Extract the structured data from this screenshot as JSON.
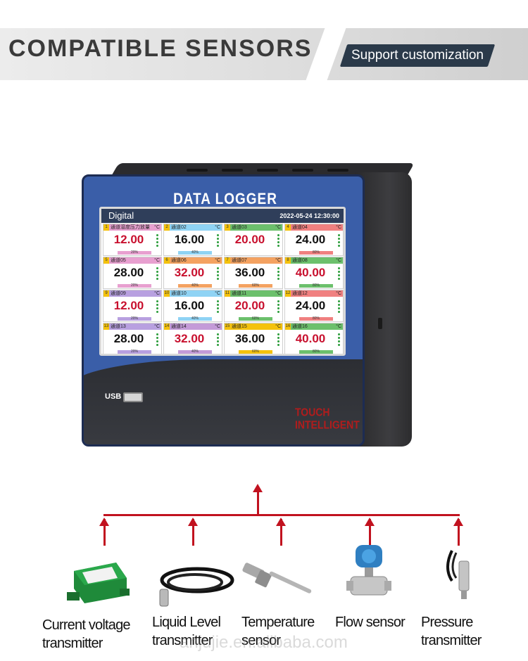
{
  "header": {
    "title": "COMPATIBLE SENSORS",
    "tag": "Support customization"
  },
  "device": {
    "title": "DATA LOGGER",
    "usb_label": "USB",
    "brand_line1": "TOUCH",
    "brand_line2": "INTELLIGENT",
    "screen": {
      "title": "Digital",
      "datetime": "2022-05-24 12:30:00",
      "channels": [
        {
          "num": "1",
          "name": "通道湿度压力放量",
          "unit": "°C",
          "value": "12.00",
          "pct": "20%",
          "color": "#c8102e",
          "bar": "#e8a0d0"
        },
        {
          "num": "2",
          "name": "通道02",
          "unit": "°C",
          "value": "16.00",
          "pct": "40%",
          "color": "#111111",
          "bar": "#8fd3f4"
        },
        {
          "num": "3",
          "name": "通道03",
          "unit": "°C",
          "value": "20.00",
          "pct": "",
          "color": "#c8102e",
          "bar": "#6cc06c"
        },
        {
          "num": "4",
          "name": "通道04",
          "unit": "°C",
          "value": "24.00",
          "pct": "80%",
          "color": "#111111",
          "bar": "#f08080"
        },
        {
          "num": "5",
          "name": "通道05",
          "unit": "°C",
          "value": "28.00",
          "pct": "20%",
          "color": "#111111",
          "bar": "#e8a0d0"
        },
        {
          "num": "6",
          "name": "通道06",
          "unit": "°C",
          "value": "32.00",
          "pct": "40%",
          "color": "#c8102e",
          "bar": "#f4a261"
        },
        {
          "num": "7",
          "name": "通道07",
          "unit": "°C",
          "value": "36.00",
          "pct": "60%",
          "color": "#111111",
          "bar": "#f4a261"
        },
        {
          "num": "8",
          "name": "通道08",
          "unit": "°C",
          "value": "40.00",
          "pct": "80%",
          "color": "#c8102e",
          "bar": "#6cc06c"
        },
        {
          "num": "9",
          "name": "通道09",
          "unit": "°C",
          "value": "12.00",
          "pct": "20%",
          "color": "#c8102e",
          "bar": "#b8a0e0"
        },
        {
          "num": "10",
          "name": "通道10",
          "unit": "°C",
          "value": "16.00",
          "pct": "40%",
          "color": "#111111",
          "bar": "#8fd3f4"
        },
        {
          "num": "11",
          "name": "通道11",
          "unit": "°C",
          "value": "20.00",
          "pct": "60%",
          "color": "#c8102e",
          "bar": "#6cc06c"
        },
        {
          "num": "12",
          "name": "通道12",
          "unit": "°C",
          "value": "24.00",
          "pct": "80%",
          "color": "#111111",
          "bar": "#f08080"
        },
        {
          "num": "13",
          "name": "通道13",
          "unit": "°C",
          "value": "28.00",
          "pct": "20%",
          "color": "#111111",
          "bar": "#b8a0e0"
        },
        {
          "num": "14",
          "name": "通道14",
          "unit": "°C",
          "value": "32.00",
          "pct": "40%",
          "color": "#c8102e",
          "bar": "#c49bd8"
        },
        {
          "num": "15",
          "name": "通道15",
          "unit": "°C",
          "value": "36.00",
          "pct": "60%",
          "color": "#111111",
          "bar": "#f4c20d"
        },
        {
          "num": "16",
          "name": "通道16",
          "unit": "°C",
          "value": "40.00",
          "pct": "80%",
          "color": "#c8102e",
          "bar": "#6cc06c"
        }
      ]
    }
  },
  "sensors": [
    {
      "line1": "Current voltage",
      "line2": "transmitter"
    },
    {
      "line1": "Liquid Level",
      "line2": "transmitter"
    },
    {
      "line1": "Temperature",
      "line2": "sensor"
    },
    {
      "line1": "Flow sensor",
      "line2": ""
    },
    {
      "line1": "Pressure",
      "line2": "transmitter"
    }
  ],
  "watermark": "anjujie.en.alibaba.com",
  "colors": {
    "accent_red": "#c1121f",
    "device_blue": "#3a5ea8",
    "tag_bg": "#2b3a4a"
  }
}
